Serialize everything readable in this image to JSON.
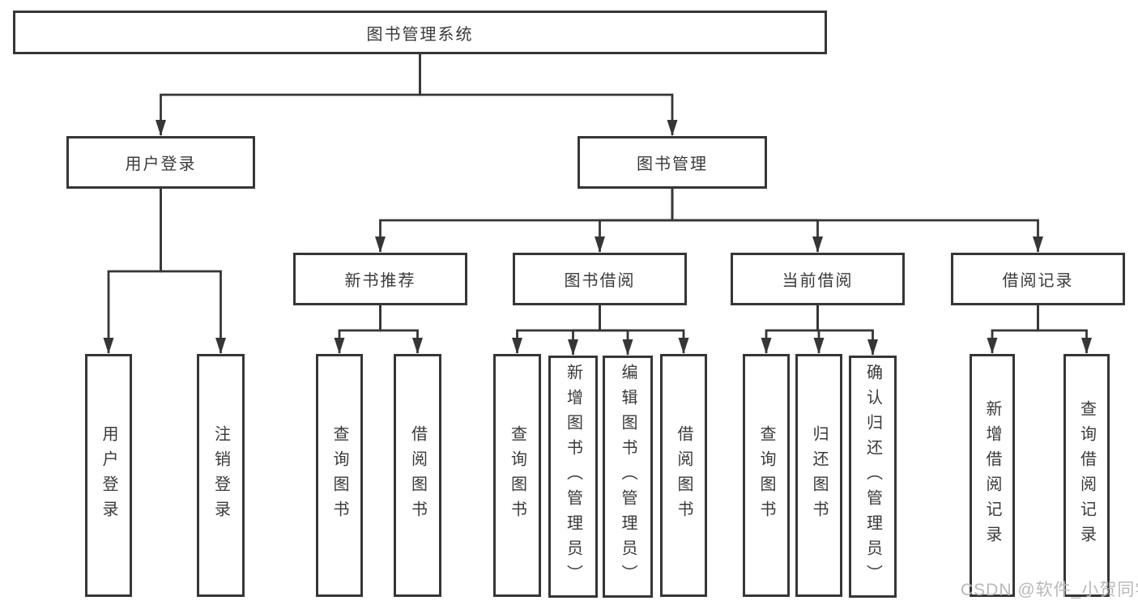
{
  "diagram": {
    "watermark": "CSDN @软件_小贺同学",
    "colors": {
      "line": "#363636",
      "box_border": "#363636",
      "text": "#3a3a3a",
      "watermark": "#b9b9b9",
      "background": "#ffffff"
    },
    "nodes": [
      {
        "id": "root",
        "label": "图书管理系统",
        "parent": null,
        "level": 1
      },
      {
        "id": "user-login",
        "label": "用户登录",
        "parent": "root",
        "level": 2
      },
      {
        "id": "book-mgmt",
        "label": "图书管理",
        "parent": "root",
        "level": 2
      },
      {
        "id": "new-books",
        "label": "新书推荐",
        "parent": "book-mgmt",
        "level": 3
      },
      {
        "id": "book-borrow",
        "label": "图书借阅",
        "parent": "book-mgmt",
        "level": 3
      },
      {
        "id": "current-borrow",
        "label": "当前借阅",
        "parent": "book-mgmt",
        "level": 3
      },
      {
        "id": "borrow-records",
        "label": "借阅记录",
        "parent": "book-mgmt",
        "level": 3
      },
      {
        "id": "login-leaf",
        "label": "用户登录",
        "parent": "user-login",
        "level": 4
      },
      {
        "id": "logout-leaf",
        "label": "注销登录",
        "parent": "user-login",
        "level": 4
      },
      {
        "id": "nb-query",
        "label": "查询图书",
        "parent": "new-books",
        "level": 4
      },
      {
        "id": "nb-borrow",
        "label": "借阅图书",
        "parent": "new-books",
        "level": 4
      },
      {
        "id": "bb-query",
        "label": "查询图书",
        "parent": "book-borrow",
        "level": 4
      },
      {
        "id": "bb-add",
        "label": "新增图书（管理员）",
        "parent": "book-borrow",
        "level": 4
      },
      {
        "id": "bb-edit",
        "label": "编辑图书（管理员）",
        "parent": "book-borrow",
        "level": 4
      },
      {
        "id": "bb-borrow",
        "label": "借阅图书",
        "parent": "book-borrow",
        "level": 4
      },
      {
        "id": "cb-query",
        "label": "查询图书",
        "parent": "current-borrow",
        "level": 4
      },
      {
        "id": "cb-return",
        "label": "归还图书",
        "parent": "current-borrow",
        "level": 4
      },
      {
        "id": "cb-confirm",
        "label": "确认归还（管理员）",
        "parent": "current-borrow",
        "level": 4
      },
      {
        "id": "br-add",
        "label": "新增借阅记录",
        "parent": "borrow-records",
        "level": 4
      },
      {
        "id": "br-query",
        "label": "查询借阅记录",
        "parent": "borrow-records",
        "level": 4
      }
    ]
  }
}
